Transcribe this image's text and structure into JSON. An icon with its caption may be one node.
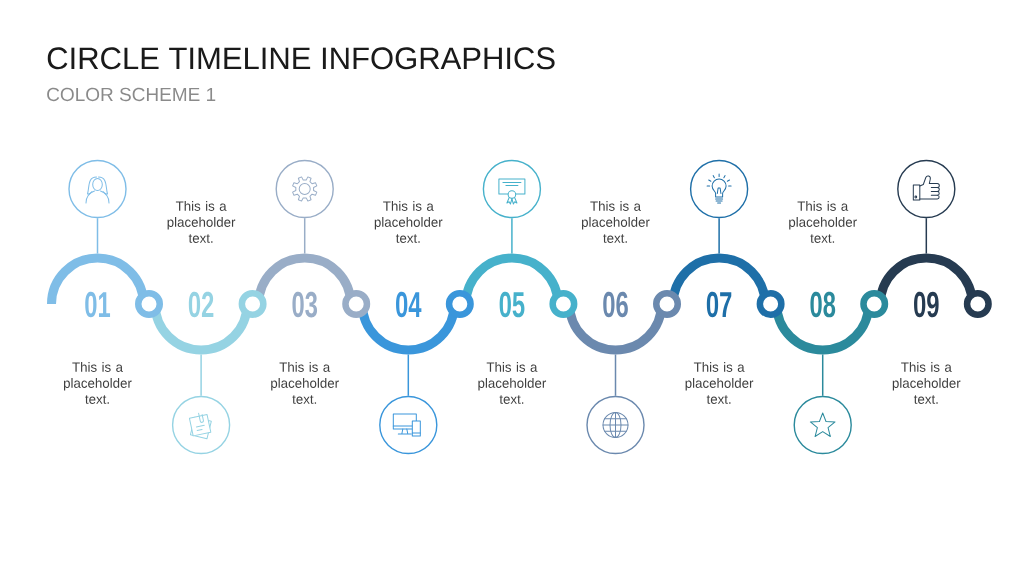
{
  "diagram": {
    "title": "CIRCLE TIMELINE INFOGRAPHICS",
    "nodes": [
      {
        "text": [
          "01"
        ]
      },
      {
        "text": [
          "02"
        ]
      },
      {
        "text": [
          "03"
        ]
      },
      {
        "text": [
          "04"
        ]
      },
      {
        "text": [
          "05"
        ]
      },
      {
        "text": [
          "06"
        ]
      },
      {
        "text": [
          "07"
        ]
      },
      {
        "text": [
          "08"
        ]
      },
      {
        "text": [
          "09"
        ]
      },
      {
        "text": [],
        "shape": "circle"
      },
      {
        "text": [],
        "shape": "circle"
      },
      {
        "text": [],
        "shape": "circle"
      },
      {
        "text": [],
        "shape": "circle"
      },
      {
        "text": [],
        "shape": "circle"
      },
      {
        "text": [],
        "shape": "circle"
      },
      {
        "text": [],
        "shape": "circle"
      },
      {
        "text": [],
        "shape": "circle"
      },
      {
        "text": [],
        "shape": "circle"
      }
    ],
    "edges": [
      {
        "from": 9,
        "to": 0,
        "arrow": "none",
        "color": "#7fbde7"
      },
      {
        "from": 10,
        "to": 1,
        "arrow": "none",
        "color": "#95d3e3"
      },
      {
        "from": 11,
        "to": 2,
        "arrow": "none",
        "color": "#99adc7"
      },
      {
        "from": 12,
        "to": 3,
        "arrow": "none",
        "color": "#3a96db"
      },
      {
        "from": 13,
        "to": 4,
        "arrow": "none",
        "color": "#46b1cb"
      },
      {
        "from": 14,
        "to": 5,
        "arrow": "none",
        "color": "#6b89ae"
      },
      {
        "from": 15,
        "to": 6,
        "arrow": "none",
        "color": "#1e6fa8"
      },
      {
        "from": 16,
        "to": 7,
        "arrow": "none",
        "color": "#2b8a9c"
      },
      {
        "from": 17,
        "to": 8,
        "arrow": "none",
        "color": "#263b51"
      }
    ],
    "labels": [
      "COLOR SCHEME 1",
      "This is a placeholder text.",
      "This is a placeholder text.",
      "This is a placeholder text.",
      "This is a placeholder text.",
      "This is a placeholder text.",
      "This is a placeholder text.",
      "This is a placeholder text.",
      "This is a placeholder text.",
      "This is a placeholder text."
    ]
  }
}
